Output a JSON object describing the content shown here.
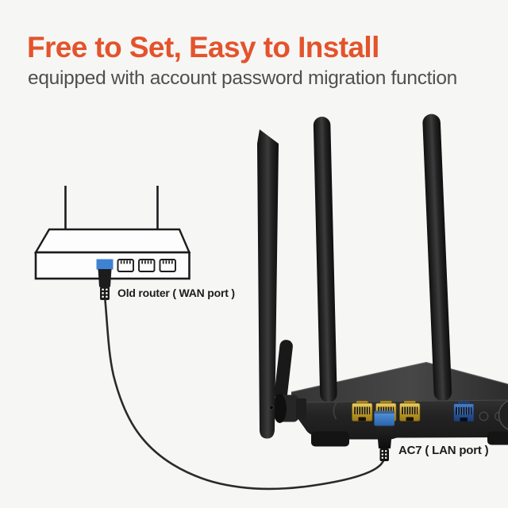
{
  "header": {
    "title": "Free to Set, Easy to Install",
    "subtitle": "equipped with account password migration function"
  },
  "diagram": {
    "old_router": {
      "label": "Old router ( WAN port )",
      "style": "black-and-white line drawing",
      "antenna_count": 2,
      "wan_port_count": 1,
      "lan_port_icon_count": 3,
      "plugged_port": "WAN"
    },
    "new_router": {
      "label": "AC7 ( LAN port )",
      "style": "photo-realistic black router, right edge cropped",
      "visible_antenna_count": 3,
      "gold_lan_port_count": 3,
      "blue_wan_port_count": 1,
      "small_button_count": 2,
      "plugged_port": "LAN (middle gold port)"
    },
    "connection": "black ethernet cable looping from old router WAN port down and around to AC7 LAN port"
  },
  "colors": {
    "accent_orange": "#E4532B",
    "subtitle_gray": "#4F4F4F",
    "label_ink": "#1C1C1C",
    "line_art_ink": "#1C1C1C",
    "background": "#F6F6F5",
    "cable_black": "#2A2A2A",
    "plug_blue": "#3E82D3",
    "wan_port_blue": "#2B5CA4",
    "lan_port_gold": "#C79E28",
    "router_body": "#232323"
  },
  "icons": {
    "rj45-port-icon": "outlined ethernet jack with top pins",
    "lan-port-icon": "gold RJ45 jack",
    "wan-port-icon": "blue RJ45 jack",
    "reset-button-icon": "small dark circle",
    "power-button-icon": "large dark circle (cropped at right edge)"
  }
}
